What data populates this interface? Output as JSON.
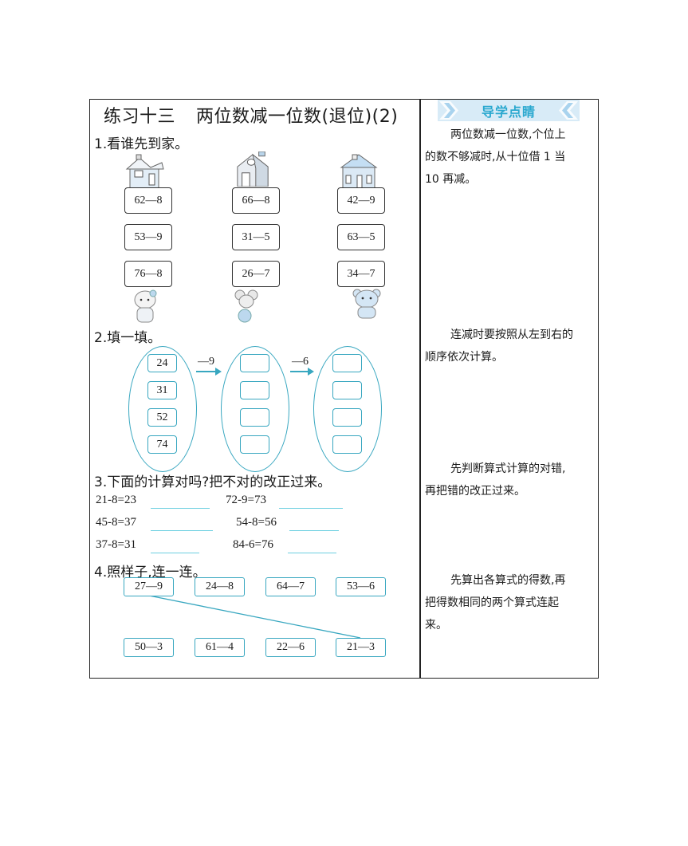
{
  "worksheet": {
    "title_left": "练习十三",
    "title_right": "两位数减一位数(退位)(2)"
  },
  "part1": {
    "heading": "1.看谁先到家。",
    "columns": [
      {
        "house": "house-icon",
        "animal": "kitty-icon",
        "equations": [
          "62—8",
          "53—9",
          "76—8"
        ]
      },
      {
        "house": "house-icon",
        "animal": "mouse-icon",
        "equations": [
          "66—8",
          "31—5",
          "26—7"
        ]
      },
      {
        "house": "house-icon",
        "animal": "bear-icon",
        "equations": [
          "42—9",
          "63—5",
          "34—7"
        ]
      }
    ]
  },
  "part2": {
    "heading": "2.填一填。",
    "start_numbers": [
      "24",
      "31",
      "52",
      "74"
    ],
    "step1_label": "—9",
    "step2_label": "—6",
    "step1_answers": [
      "",
      "",
      "",
      ""
    ],
    "step2_answers": [
      "",
      "",
      "",
      ""
    ]
  },
  "part3": {
    "heading": "3.下面的计算对吗?把不对的改正过来。",
    "rows": [
      {
        "left": "21-8=23",
        "right": "72-9=73"
      },
      {
        "left": "45-8=37",
        "right": "54-8=56"
      },
      {
        "left": "37-8=31",
        "right": "84-6=76"
      }
    ]
  },
  "part4": {
    "heading": "4.照样子,连一连。",
    "top_row": [
      "27—9",
      "24—8",
      "64—7",
      "53—6"
    ],
    "bottom_row": [
      "50—3",
      "61—4",
      "22—6",
      "21—3"
    ],
    "example_link": {
      "from": "27—9",
      "to": "21—3"
    }
  },
  "sidebar": {
    "banner_title": "导学点睛",
    "banner_color": "#2aa8cf",
    "tips": [
      {
        "line1": "两位数减一位数,个位上",
        "line2": "的数不够减时,从十位借 1 当",
        "line3": "10 再减。"
      },
      {
        "line1": "连减时要按照从左到右的",
        "line2": "顺序依次计算。"
      },
      {
        "line1": "先判断算式计算的对错,",
        "line2": "再把错的改正过来。"
      },
      {
        "line1": "先算出各算式的得数,再",
        "line2": "把得数相同的两个算式连起",
        "line3": "来。"
      }
    ]
  },
  "colors": {
    "accent": "#38a7c0",
    "blank_line": "#6ccfe0",
    "border": "#222222"
  }
}
